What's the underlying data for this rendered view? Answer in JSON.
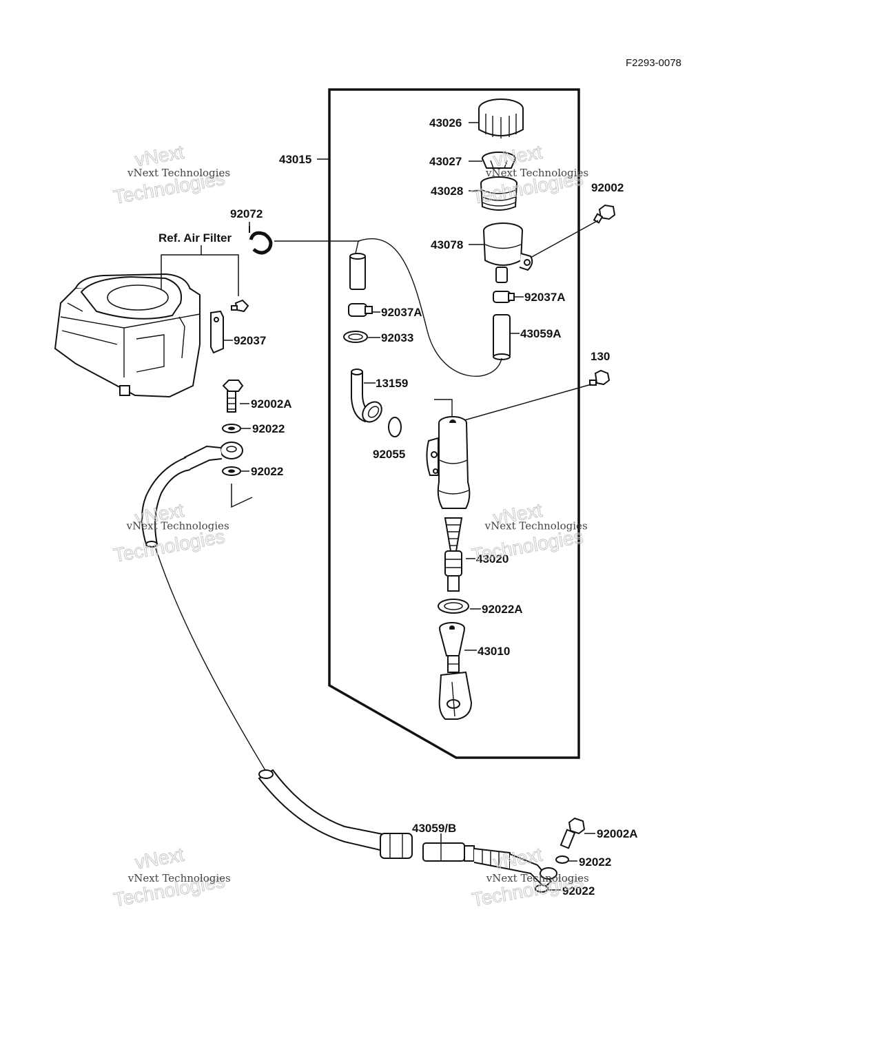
{
  "diagram": {
    "code": "F2293-0078",
    "ref_label": "Ref. Air Filter",
    "group_label": "43015",
    "parts": {
      "p43026": "43026",
      "p43027": "43027",
      "p43028": "43028",
      "p43078": "43078",
      "p92002": "92002",
      "p92037A_right": "92037A",
      "p43059A": "43059A",
      "p130": "130",
      "p92072": "92072",
      "p92037A_left": "92037A",
      "p92033": "92033",
      "p13159": "13159",
      "p92055": "92055",
      "p92037": "92037",
      "p92002A_top": "92002A",
      "p92022_1": "92022",
      "p92022_2": "92022",
      "p43020": "43020",
      "p92022A": "92022A",
      "p43010": "43010",
      "p43059B": "43059/B",
      "p92002A_bottom": "92002A",
      "p92022_3": "92022",
      "p92022_4": "92022"
    },
    "watermark": {
      "small": "vNext Technologies",
      "large_1": "vNext",
      "large_2": "Technologies"
    }
  }
}
